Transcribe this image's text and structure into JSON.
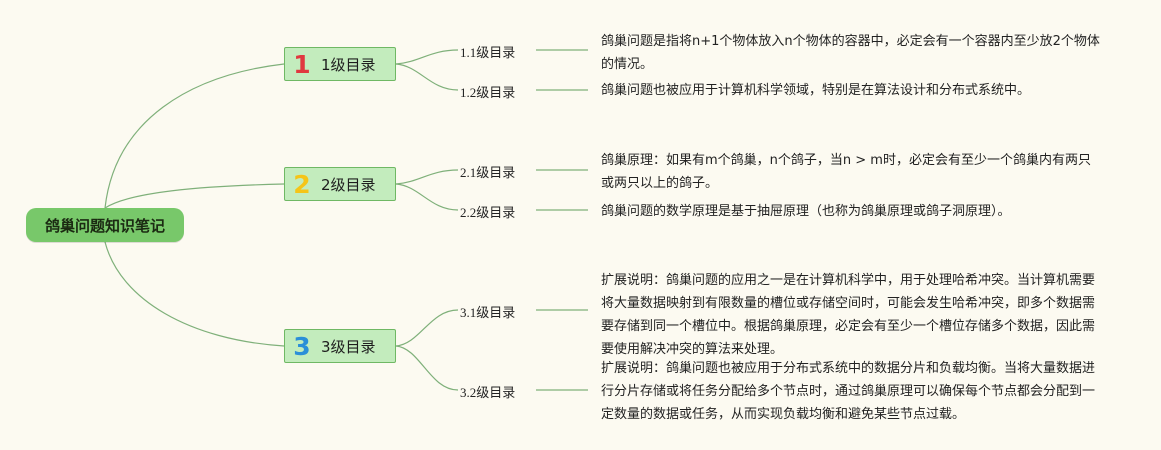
{
  "root": {
    "title": "鸽巢问题知识笔记"
  },
  "branches": [
    {
      "number": "1",
      "number_color": "#e0383f",
      "label": "1级目录",
      "children": [
        {
          "label": "1.1级目录",
          "text": "鸽巢问题是指将n+1个物体放入n个物体的容器中，必定会有一个容器内至少放2个物体的情况。"
        },
        {
          "label": "1.2级目录",
          "text": "鸽巢问题也被应用于计算机科学领域，特别是在算法设计和分布式系统中。"
        }
      ]
    },
    {
      "number": "2",
      "number_color": "#f5c518",
      "label": "2级目录",
      "children": [
        {
          "label": "2.1级目录",
          "text": "鸽巢原理：如果有m个鸽巢，n个鸽子，当n > m时，必定会有至少一个鸽巢内有两只或两只以上的鸽子。"
        },
        {
          "label": "2.2级目录",
          "text": "鸽巢问题的数学原理是基于抽屉原理（也称为鸽巢原理或鸽子洞原理）。"
        }
      ]
    },
    {
      "number": "3",
      "number_color": "#2b8fd8",
      "label": "3级目录",
      "children": [
        {
          "label": "3.1级目录",
          "text": "扩展说明：鸽巢问题的应用之一是在计算机科学中，用于处理哈希冲突。当计算机需要将大量数据映射到有限数量的槽位或存储空间时，可能会发生哈希冲突，即多个数据需要存储到同一个槽位中。根据鸽巢原理，必定会有至少一个槽位存储多个数据，因此需要使用解决冲突的算法来处理。"
        },
        {
          "label": "3.2级目录",
          "text": "扩展说明：鸽巢问题也被应用于分布式系统中的数据分片和负载均衡。当将大量数据进行分片存储或将任务分配给多个节点时，通过鸽巢原理可以确保每个节点都会分配到一定数量的数据或任务，从而实现负载均衡和避免某些节点过载。"
        }
      ]
    }
  ],
  "colors": {
    "root_bg": "#78c86a",
    "branch_bg": "#c3ecbd",
    "line": "#6aa36a",
    "background": "#fcfaf1"
  }
}
